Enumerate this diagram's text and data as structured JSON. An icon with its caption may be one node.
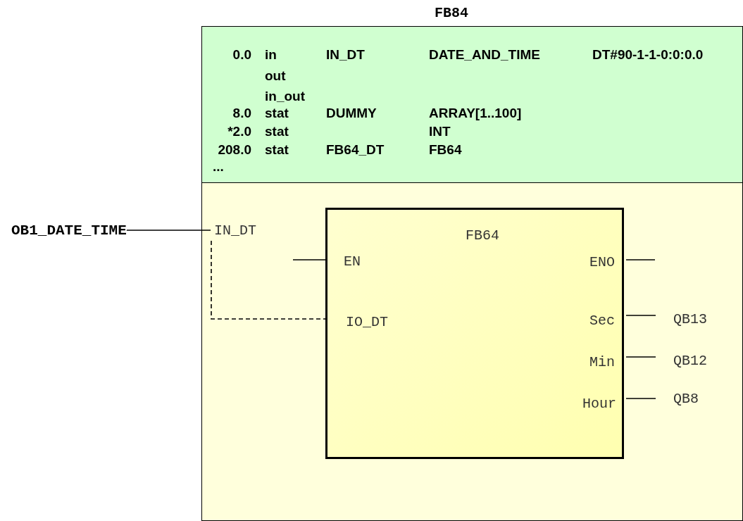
{
  "diagram": {
    "nodes": [
      {
        "text": [
          "FB84"
        ]
      },
      {
        "text": [
          "FB64"
        ],
        "in": 0
      },
      {
        "text": [
          "OB1_DATE_TIME"
        ]
      },
      {
        "text": [
          "IN_DT"
        ],
        "in": 0
      },
      {
        "text": [
          "EN"
        ],
        "in": 1
      },
      {
        "text": [
          "IO_DT"
        ],
        "in": 1
      },
      {
        "text": [
          "ENO"
        ],
        "in": 1
      },
      {
        "text": [
          "Sec"
        ],
        "in": 1
      },
      {
        "text": [
          "Min"
        ],
        "in": 1
      },
      {
        "text": [
          "Hour"
        ],
        "in": 1
      },
      {
        "text": [
          "QB13"
        ],
        "in": 0
      },
      {
        "text": [
          "QB12"
        ],
        "in": 0
      },
      {
        "text": [
          "QB8"
        ],
        "in": 0
      }
    ],
    "edges": [
      {
        "from": 2,
        "to": 3,
        "arrow": "none"
      },
      {
        "from": 3,
        "to": 5,
        "arrow": "none",
        "style": "dashed"
      },
      {
        "from": null,
        "to": 4,
        "arrow": "none"
      },
      {
        "from": 6,
        "to": null,
        "arrow": "none"
      },
      {
        "from": 7,
        "to": 10,
        "arrow": "none"
      },
      {
        "from": 8,
        "to": 11,
        "arrow": "none"
      },
      {
        "from": 9,
        "to": 12,
        "arrow": "none"
      }
    ],
    "labels": [
      "0.0",
      "in",
      "IN_DT",
      "DATE_AND_TIME",
      "DT#90-1-1-0:0:0.0",
      "out",
      "in_out",
      "8.0",
      "stat",
      "DUMMY",
      "ARRAY[1..100]",
      "*2.0",
      "stat",
      "INT",
      "208.0",
      "stat",
      "FB64_DT",
      "FB64",
      "..."
    ]
  }
}
